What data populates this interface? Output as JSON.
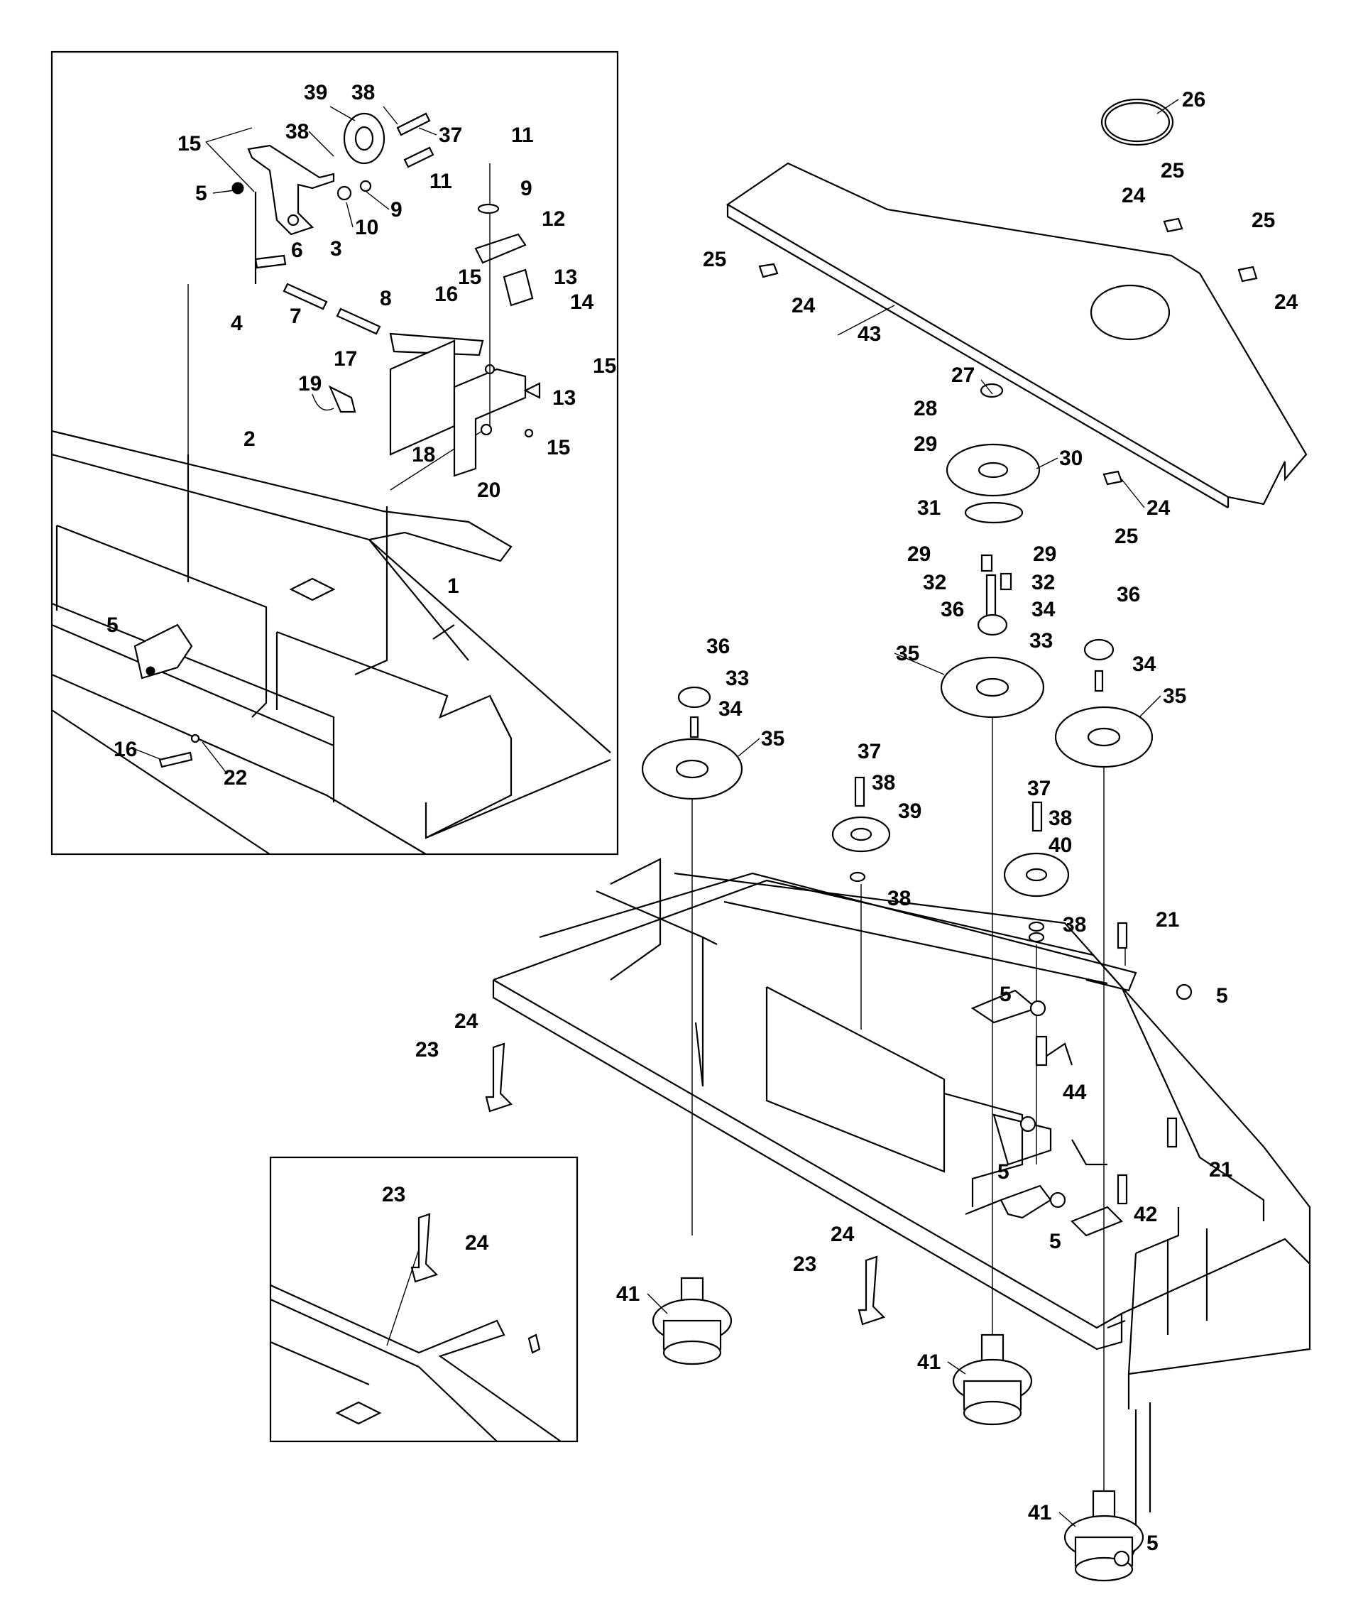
{
  "callouts": [
    {
      "label": "15"
    },
    {
      "label": "39"
    },
    {
      "label": "38"
    },
    {
      "label": "38"
    },
    {
      "label": "37"
    },
    {
      "label": "11"
    },
    {
      "label": "5"
    },
    {
      "label": "9"
    },
    {
      "label": "10"
    },
    {
      "label": "3"
    },
    {
      "label": "11"
    },
    {
      "label": "9"
    },
    {
      "label": "12"
    },
    {
      "label": "6"
    },
    {
      "label": "13"
    },
    {
      "label": "7"
    },
    {
      "label": "8"
    },
    {
      "label": "15"
    },
    {
      "label": "14"
    },
    {
      "label": "4"
    },
    {
      "label": "16"
    },
    {
      "label": "15"
    },
    {
      "label": "17"
    },
    {
      "label": "13"
    },
    {
      "label": "19"
    },
    {
      "label": "18"
    },
    {
      "label": "15"
    },
    {
      "label": "2"
    },
    {
      "label": "20"
    },
    {
      "label": "1"
    },
    {
      "label": "5"
    },
    {
      "label": "16"
    },
    {
      "label": "22"
    },
    {
      "label": "26"
    },
    {
      "label": "25"
    },
    {
      "label": "24"
    },
    {
      "label": "25"
    },
    {
      "label": "25"
    },
    {
      "label": "24"
    },
    {
      "label": "24"
    },
    {
      "label": "43"
    },
    {
      "label": "27"
    },
    {
      "label": "28"
    },
    {
      "label": "29"
    },
    {
      "label": "30"
    },
    {
      "label": "24"
    },
    {
      "label": "31"
    },
    {
      "label": "25"
    },
    {
      "label": "29"
    },
    {
      "label": "29"
    },
    {
      "label": "32"
    },
    {
      "label": "32"
    },
    {
      "label": "36"
    },
    {
      "label": "34"
    },
    {
      "label": "36"
    },
    {
      "label": "36"
    },
    {
      "label": "33"
    },
    {
      "label": "33"
    },
    {
      "label": "35"
    },
    {
      "label": "34"
    },
    {
      "label": "34"
    },
    {
      "label": "35"
    },
    {
      "label": "35"
    },
    {
      "label": "37"
    },
    {
      "label": "38"
    },
    {
      "label": "39"
    },
    {
      "label": "37"
    },
    {
      "label": "38"
    },
    {
      "label": "40"
    },
    {
      "label": "38"
    },
    {
      "label": "38"
    },
    {
      "label": "21"
    },
    {
      "label": "5"
    },
    {
      "label": "5"
    },
    {
      "label": "24"
    },
    {
      "label": "23"
    },
    {
      "label": "44"
    },
    {
      "label": "5"
    },
    {
      "label": "21"
    },
    {
      "label": "42"
    },
    {
      "label": "5"
    },
    {
      "label": "23"
    },
    {
      "label": "24"
    },
    {
      "label": "24"
    },
    {
      "label": "23"
    },
    {
      "label": "41"
    },
    {
      "label": "41"
    },
    {
      "label": "41"
    },
    {
      "label": "5"
    }
  ]
}
